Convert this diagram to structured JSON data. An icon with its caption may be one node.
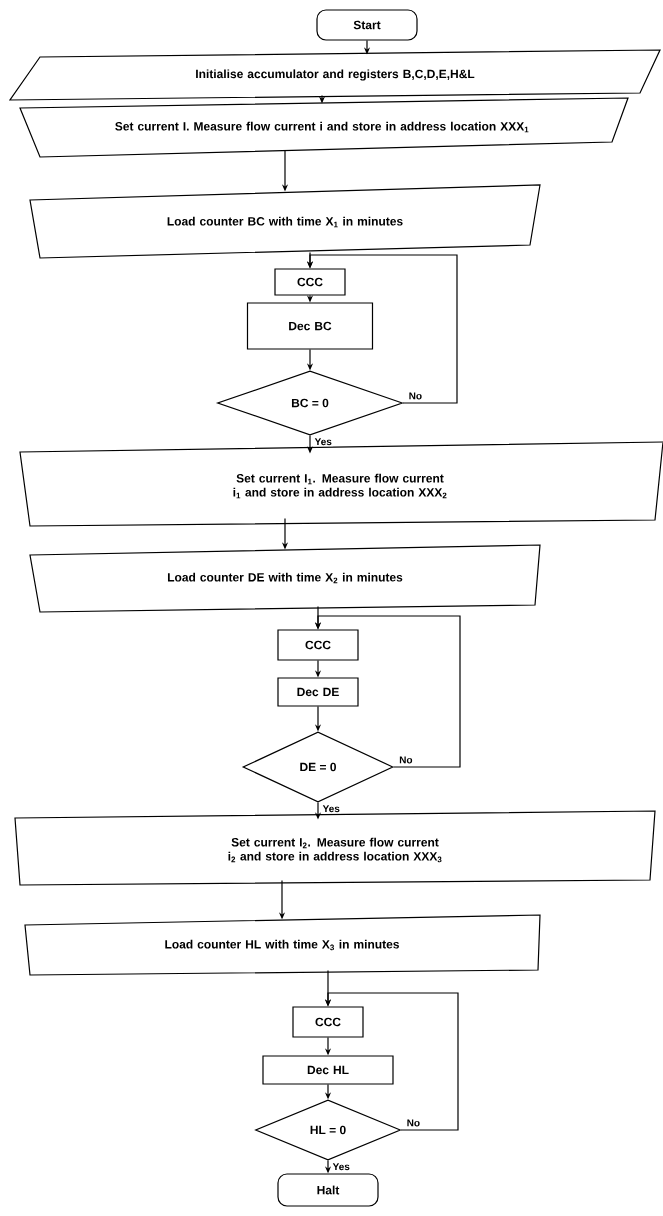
{
  "diagram": {
    "nodes": [
      {
        "text": [
          "Start"
        ]
      },
      {
        "text": [
          "Initialise accumulator and registers B,C,D,E,H&L"
        ]
      },
      {
        "text": [
          "Set current I. Measure flow current i and store in address location XXX$_{1}$"
        ]
      },
      {
        "text": [
          "Load counter BC with time X$_{1}$ in minutes"
        ]
      },
      {
        "text": [
          "CCC"
        ]
      },
      {
        "text": [
          "Dec BC"
        ]
      },
      {
        "text": [
          "BC = 0"
        ]
      },
      {
        "text": [
          "Set current I$_{1}$. Measure flow current i$_{1}$ and store in address location XXX$_{2}$"
        ]
      },
      {
        "text": [
          "Load counter DE with time X$_{2}$ in minutes"
        ]
      },
      {
        "text": [
          "CCC"
        ]
      },
      {
        "text": [
          "Dec DE"
        ]
      },
      {
        "text": [
          "DE = 0"
        ]
      },
      {
        "text": [
          "Set current I$_{2}$. Measure flow current i$_{2}$ and store in address location XXX$_{3}$"
        ]
      },
      {
        "text": [
          "Load counter HL with time X$_{3}$ in minutes"
        ]
      },
      {
        "text": [
          "CCC"
        ]
      },
      {
        "text": [
          "Dec HL"
        ]
      },
      {
        "text": [
          "HL = 0"
        ]
      },
      {
        "text": [
          "Halt"
        ]
      }
    ],
    "edges": [
      {
        "from": 0,
        "to": 1,
        "arrow": "to"
      },
      {
        "from": 1,
        "to": 2,
        "arrow": "to"
      },
      {
        "from": 2,
        "to": 3,
        "arrow": "to"
      },
      {
        "from": 3,
        "to": 4,
        "arrow": "to"
      },
      {
        "from": 4,
        "to": 5,
        "arrow": "to"
      },
      {
        "from": 5,
        "to": 6,
        "arrow": "to"
      },
      {
        "from": 6,
        "to": 4,
        "arrow": "to",
        "label": "No"
      },
      {
        "from": 6,
        "to": 7,
        "arrow": "to",
        "label": "Yes"
      },
      {
        "from": 7,
        "to": 8,
        "arrow": "to"
      },
      {
        "from": 8,
        "to": 9,
        "arrow": "to"
      },
      {
        "from": 9,
        "to": 10,
        "arrow": "to"
      },
      {
        "from": 10,
        "to": 11,
        "arrow": "to"
      },
      {
        "from": 11,
        "to": 9,
        "arrow": "to",
        "label": "No"
      },
      {
        "from": 11,
        "to": 12,
        "arrow": "to",
        "label": "Yes"
      },
      {
        "from": 12,
        "to": 13,
        "arrow": "to"
      },
      {
        "from": 13,
        "to": 14,
        "arrow": "to"
      },
      {
        "from": 14,
        "to": 15,
        "arrow": "to"
      },
      {
        "from": 15,
        "to": 16,
        "arrow": "to"
      },
      {
        "from": 16,
        "to": 14,
        "arrow": "to",
        "label": "No"
      },
      {
        "from": 16,
        "to": 17,
        "arrow": "to",
        "label": "Yes"
      }
    ]
  }
}
